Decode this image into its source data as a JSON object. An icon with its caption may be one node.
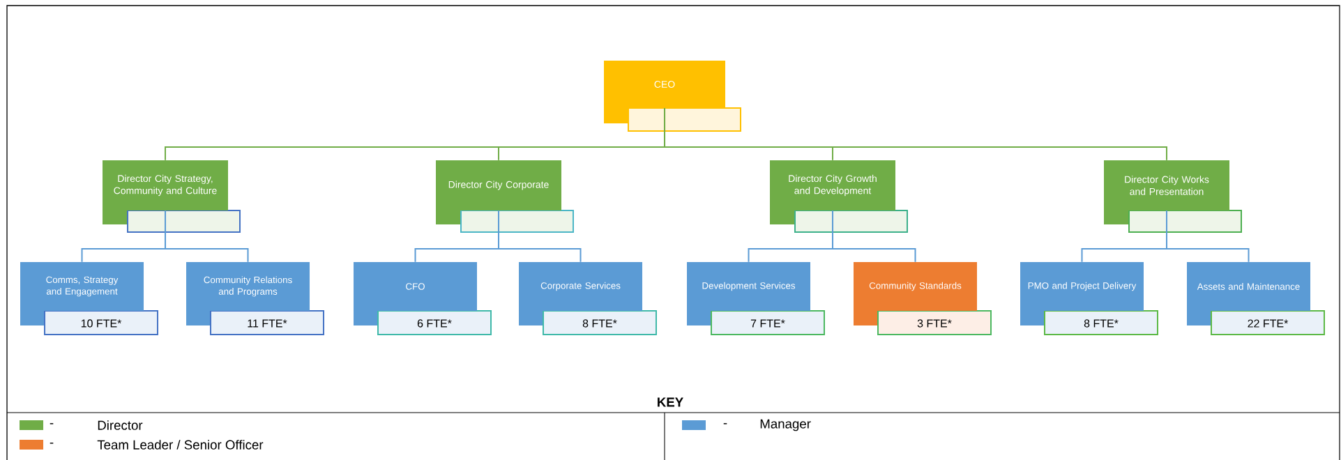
{
  "diagram": {
    "nodes": [
      {
        "text": [
          "CEO"
        ]
      },
      {
        "text": [
          "Director City Strategy, Community and Culture"
        ]
      },
      {
        "text": [
          "Director City Corporate"
        ]
      },
      {
        "text": [
          "Director City Growth and Development"
        ]
      },
      {
        "text": [
          "Director City Works and Presentation"
        ]
      },
      {
        "text": [
          "Comms, Strategy and Engagement",
          "10 FTE*"
        ]
      },
      {
        "text": [
          "Community Relations and Programs",
          "11 FTE*"
        ]
      },
      {
        "text": [
          "CFO",
          "6 FTE*"
        ]
      },
      {
        "text": [
          "Corporate Services",
          "8 FTE*"
        ]
      },
      {
        "text": [
          "Development Services",
          "7 FTE*"
        ]
      },
      {
        "text": [
          "Community Standards",
          "3 FTE*"
        ]
      },
      {
        "text": [
          "PMO and Project Delivery",
          "8 FTE*"
        ]
      },
      {
        "text": [
          "Assets and Maintenance",
          "22 FTE*"
        ]
      }
    ],
    "edges": [
      {
        "from": 0,
        "to": 1,
        "arrow": "none",
        "color": "#70ad47"
      },
      {
        "from": 0,
        "to": 2,
        "arrow": "none",
        "color": "#70ad47"
      },
      {
        "from": 0,
        "to": 3,
        "arrow": "none",
        "color": "#70ad47"
      },
      {
        "from": 0,
        "to": 4,
        "arrow": "none",
        "color": "#70ad47"
      },
      {
        "from": 1,
        "to": 5,
        "arrow": "none"
      },
      {
        "from": 1,
        "to": 6,
        "arrow": "none"
      },
      {
        "from": 2,
        "to": 7,
        "arrow": "none"
      },
      {
        "from": 2,
        "to": 8,
        "arrow": "none"
      },
      {
        "from": 3,
        "to": 9,
        "arrow": "none"
      },
      {
        "from": 3,
        "to": 10,
        "arrow": "none"
      },
      {
        "from": 4,
        "to": 11,
        "arrow": "none"
      },
      {
        "from": 4,
        "to": 12,
        "arrow": "none"
      }
    ],
    "labels": [
      "KEY",
      "-",
      "-",
      "-"
    ],
    "legend": [
      {
        "text": "Director",
        "color": "#70ad47"
      },
      {
        "text": "Manager",
        "color": "#5b9bd5"
      },
      {
        "text": "Team Leader / Senior Officer",
        "color": "#ed7d31"
      }
    ]
  }
}
